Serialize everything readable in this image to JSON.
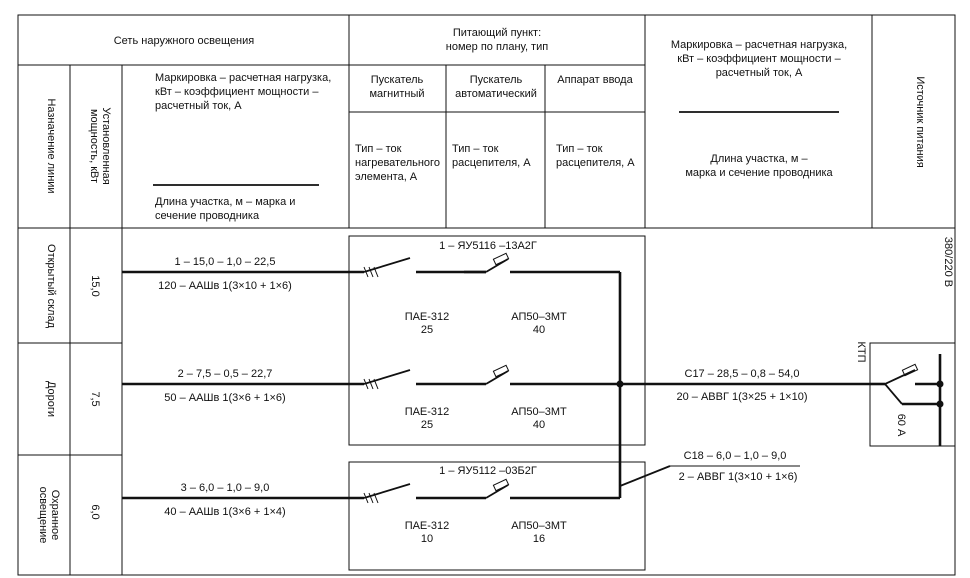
{
  "header": {
    "network": "Сеть наружного освещения",
    "feed_point": [
      "Питающий пункт:",
      "номер по плану, тип"
    ],
    "marking_right": [
      "Маркировка – расчетная нагрузка,",
      "кВт – коэффициент мощности –",
      "расчетный ток, А"
    ],
    "length_right": [
      "Длина участка, м –",
      "марка и сечение проводника"
    ],
    "source": "Источник питания",
    "line_purpose": "Назначение линии",
    "installed_power": [
      "Установленная",
      "мощность, кВт"
    ],
    "marking_left": [
      "Маркировка – расчетная нагрузка,",
      "кВт – коэффициент мощности –",
      "расчетный ток, А"
    ],
    "length_left": [
      "Длина участка, м – марка и",
      "сечение проводника"
    ],
    "starter_magnetic": [
      "Пускатель",
      "магнитный"
    ],
    "starter_auto": [
      "Пускатель",
      "автоматический"
    ],
    "input_device": "Аппарат ввода",
    "type_magnetic": [
      "Тип – ток",
      "нагревательного",
      "элемента, А"
    ],
    "type_auto": [
      "Тип – ток",
      "расцепителя, А"
    ],
    "type_input": [
      "Тип – ток",
      "расцепителя, А"
    ]
  },
  "rows": [
    {
      "purpose": [
        "Открытый склад"
      ],
      "power": "15,0",
      "marking": "1 – 15,0 – 1,0 – 22,5",
      "cable": "120 – ААШв 1(3×10 + 1×6)",
      "magnetic_type": "ПАЕ-312",
      "magnetic_current": "25",
      "auto_type": "АП50–3МТ",
      "auto_current": "40"
    },
    {
      "purpose": [
        "Дороги"
      ],
      "power": "7,5",
      "marking": "2 – 7,5 – 0,5 – 22,7",
      "cable": "50 – ААШв 1(3×6 + 1×6)",
      "magnetic_type": "ПАЕ-312",
      "magnetic_current": "25",
      "auto_type": "АП50–3МТ",
      "auto_current": "40"
    },
    {
      "purpose": [
        "Охранное",
        "освещение"
      ],
      "power": "6,0",
      "marking": "3 – 6,0 – 1,0 – 9,0",
      "cable": "40 – ААШв 1(3×6 + 1×4)",
      "magnetic_type": "ПАЕ-312",
      "magnetic_current": "10",
      "auto_type": "АП50–3МТ",
      "auto_current": "16"
    }
  ],
  "panels": {
    "panel1": "1 – ЯУ5116 –13А2Г",
    "panel2": "1 – ЯУ5112 –03Б2Г"
  },
  "feeders": {
    "c17_marking": "С17 – 28,5 – 0,8 – 54,0",
    "c17_cable": "20 – АВВГ 1(3×25 + 1×10)",
    "c18_marking": "С18 – 6,0 – 1,0 – 9,0",
    "c18_cable": "2 – АВВГ 1(3×10 + 1×6)"
  },
  "source": {
    "voltage": "380/220 В",
    "ktp": "КТП",
    "breaker": "60 А"
  }
}
